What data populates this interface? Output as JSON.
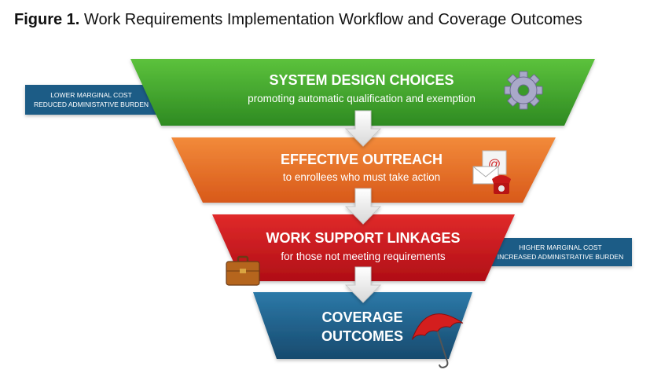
{
  "title": {
    "label": "Figure 1.",
    "text": "Work Requirements Implementation Workflow and Coverage Outcomes"
  },
  "tiers": [
    {
      "title": "SYSTEM DESIGN CHOICES",
      "subtitle": "promoting automatic qualification and exemption",
      "icon": "gear-icon"
    },
    {
      "title": "EFFECTIVE OUTREACH",
      "subtitle": "to enrollees who must take action",
      "icon": "mail-phone-icon"
    },
    {
      "title": "WORK SUPPORT LINKAGES",
      "subtitle": "for those not meeting requirements",
      "icon": "briefcase-icon"
    },
    {
      "title_line1": "COVERAGE",
      "title_line2": "OUTCOMES",
      "icon": "umbrella-icon"
    }
  ],
  "notes": {
    "left": {
      "line1": "LOWER MARGINAL COST",
      "line2": "REDUCED ADMINISTATIVE BURDEN"
    },
    "right": {
      "line1": "HIGHER MARGINAL COST",
      "line2": "INCREASED ADMINISTRATIVE BURDEN"
    }
  },
  "colors": {
    "tier1": "#3a9a2a",
    "tier2": "#e0681e",
    "tier3": "#c8141c",
    "tier4": "#1e5c86",
    "note": "#1e5c86"
  }
}
